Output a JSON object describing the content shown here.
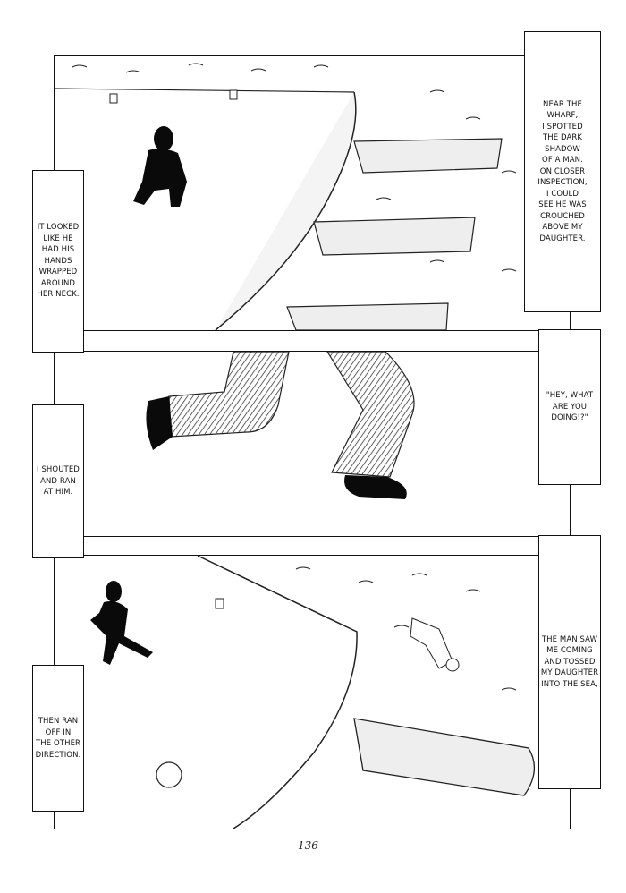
{
  "captions": {
    "wharf": "NEAR THE\nWHARF,\nI SPOTTED\nTHE DARK\nSHADOW\nOF A MAN.\nON CLOSER\nINSPECTION,\nI COULD\nSEE HE WAS\nCROUCHED\nABOVE MY\nDAUGHTER.",
    "hands": "IT LOOKED\nLIKE HE\nHAD HIS\nHANDS\nWRAPPED\nAROUND\nHER NECK.",
    "shout": "\"HEY, WHAT\nARE YOU\nDOING!?\"",
    "ran": "I SHOUTED\nAND RAN\nAT HIM.",
    "tossed": "THE MAN SAW\nME COMING\nAND TOSSED\nMY DAUGHTER\nINTO THE SEA,",
    "fled": "THEN RAN\nOFF IN\nTHE OTHER\nDIRECTION."
  },
  "page_number": "136"
}
